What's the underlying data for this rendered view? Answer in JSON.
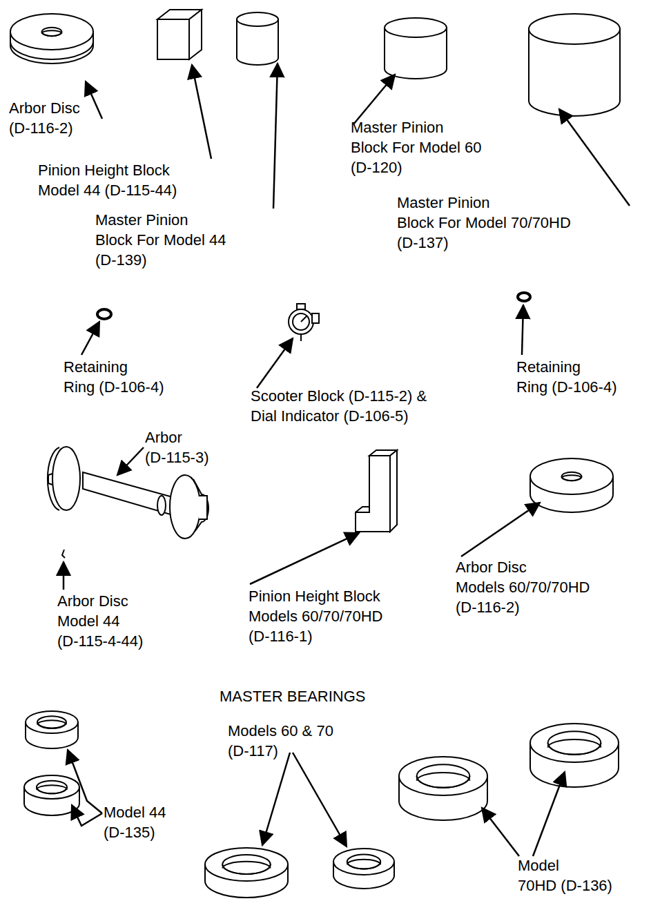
{
  "diagram": {
    "labels": [
      "Arbor Disc (D-116-2)",
      "Pinion Height Block Model 44 (D-115-44)",
      "Master Pinion Block For Model 44 (D-139)",
      "Master Pinion Block For Model 60 (D-120)",
      "Master Pinion Block For Model 70/70HD (D-137)",
      "Retaining Ring (D-106-4)",
      "Scooter Block (D-115-2) & Dial Indicator (D-106-5)",
      "Retaining Ring (D-106-4)",
      "Arbor (D-115-3)",
      "Arbor Disc Model 44 (D-115-4-44)",
      "Pinion Height Block Models 60/70/70HD (D-116-1)",
      "Arbor Disc Models 60/70/70HD (D-116-2)",
      "MASTER BEARINGS",
      "Models 60 & 70 (D-117)",
      "Model 44 (D-135)",
      "Model 70HD (D-136)"
    ]
  }
}
